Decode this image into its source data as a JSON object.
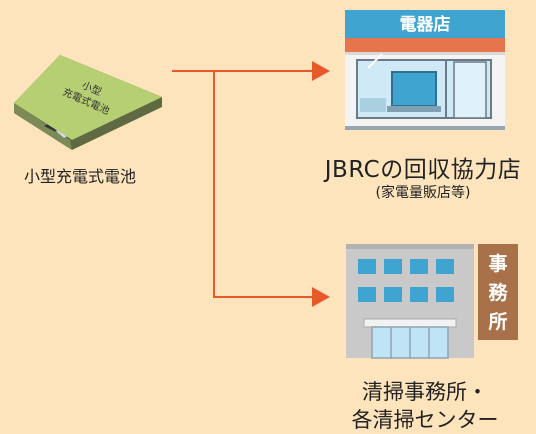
{
  "battery": {
    "caption": "小型充電式電池",
    "body_text_line1": "小型",
    "body_text_line2": "充電式電池"
  },
  "store": {
    "sign_text": "電器店",
    "name": "JBRCの回収協力店",
    "subtitle": "(家電量販店等)"
  },
  "office": {
    "sign_chars": [
      "事",
      "務",
      "所"
    ],
    "name_line1": "清掃事務所・",
    "name_line2": "各清掃センター"
  },
  "colors": {
    "background": "#fde4bd",
    "arrow": "#e8592a",
    "battery_body": "#b7cf73",
    "store_sign": "#3fa4cf",
    "store_awning": "#e6754e",
    "office_building": "#c9c9c9",
    "office_windows": "#3fa4cf",
    "office_sign": "#a9714a"
  }
}
